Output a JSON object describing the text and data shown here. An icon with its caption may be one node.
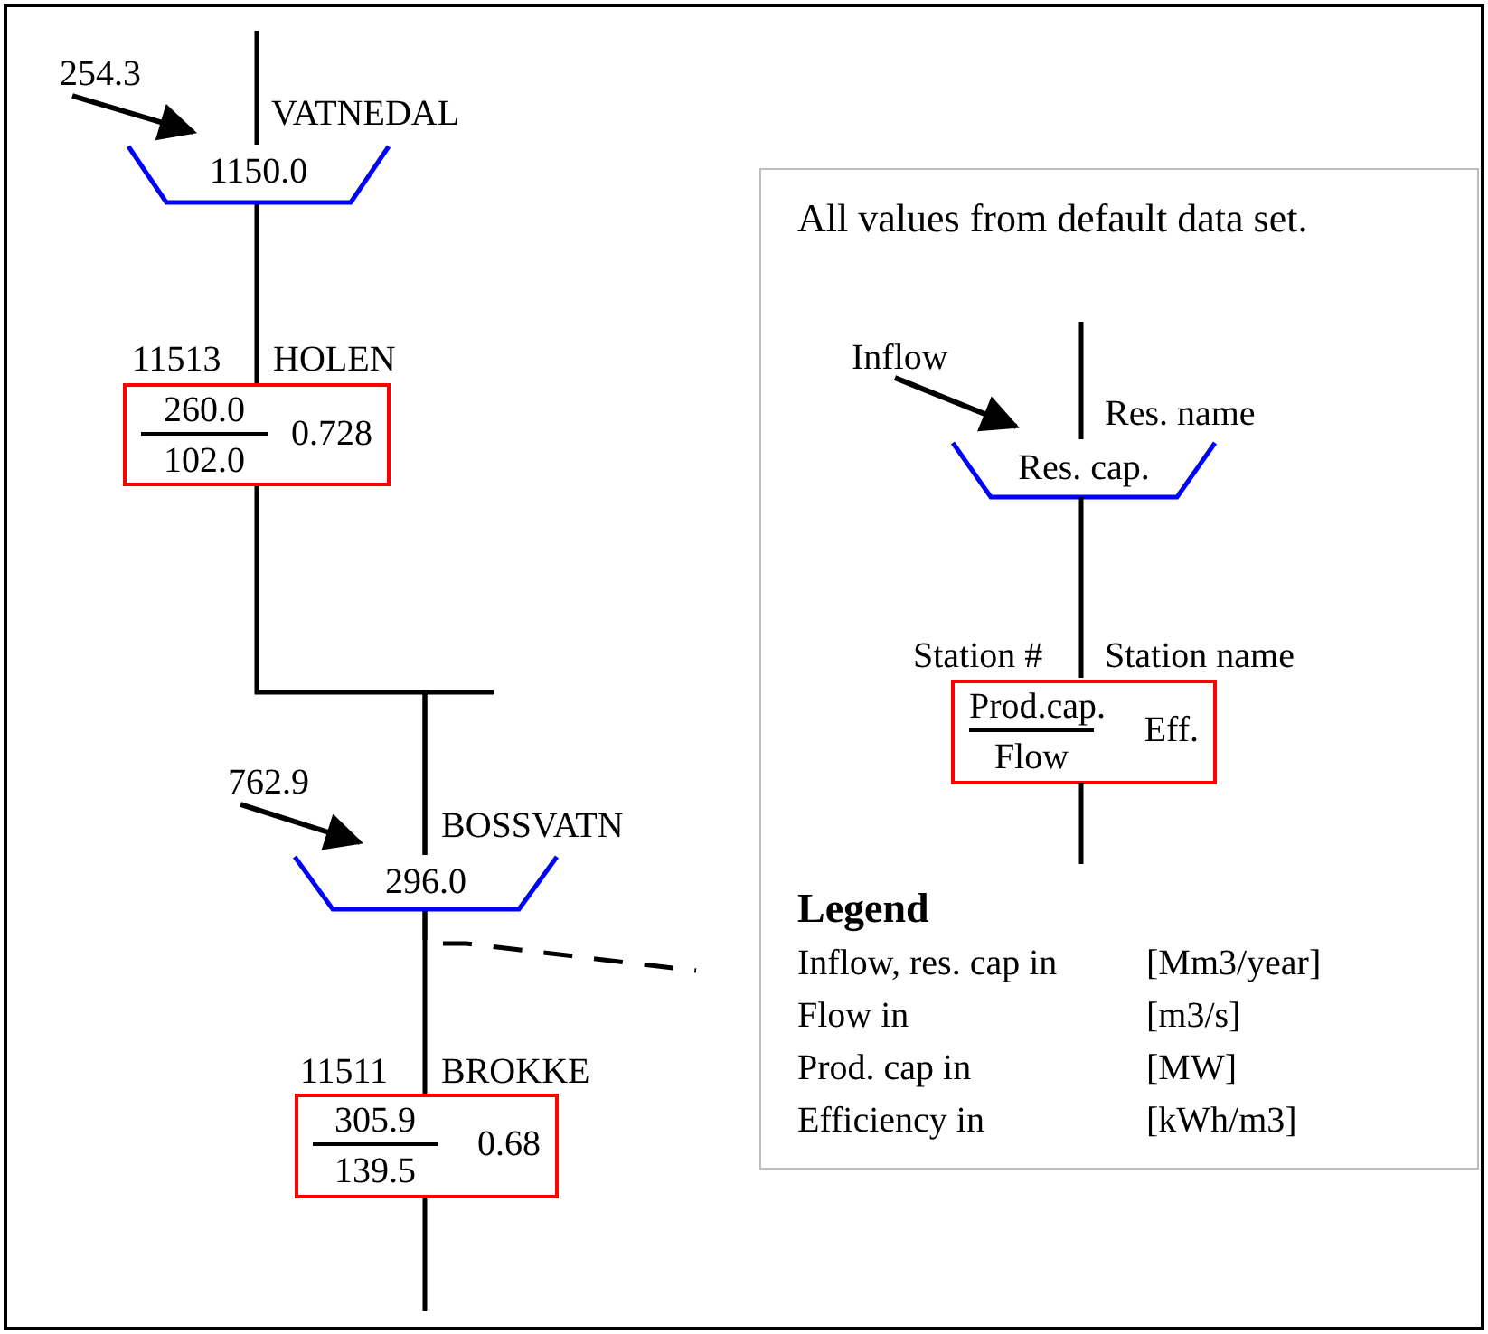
{
  "diagram": {
    "nodes": [
      {
        "text": [
          "254.3"
        ]
      },
      {
        "text": [
          "1150.0"
        ],
        "beside": [
          "VATNEDAL"
        ]
      },
      {
        "text": [
          "260.0",
          "102.0",
          "0.728"
        ],
        "beside": [
          "11513",
          "HOLEN"
        ]
      },
      {
        "text": [
          "762.9"
        ]
      },
      {
        "text": [
          "296.0"
        ],
        "beside": [
          "BOSSVATN"
        ]
      },
      {
        "text": [
          "305.9",
          "139.5",
          "0.68"
        ],
        "beside": [
          "11511",
          "BROKKE"
        ]
      },
      {
        "text": [
          "All values from default data set."
        ]
      },
      {
        "text": [
          "Inflow"
        ],
        "in": 6
      },
      {
        "text": [
          "Res. cap."
        ],
        "beside": [
          "Res. name"
        ],
        "in": 6
      },
      {
        "text": [
          "Prod.cap.",
          "Flow",
          "Eff."
        ],
        "beside": [
          "Station #",
          "Station name"
        ],
        "in": 6
      }
    ],
    "edges": [
      {
        "from": null,
        "to": 1,
        "arrow": "none"
      },
      {
        "from": 0,
        "to": 1,
        "arrow": "to"
      },
      {
        "from": 1,
        "to": 2,
        "arrow": "none"
      },
      {
        "from": 2,
        "to": 4,
        "arrow": "none"
      },
      {
        "from": null,
        "to": 4,
        "arrow": "none"
      },
      {
        "from": 3,
        "to": 4,
        "arrow": "to"
      },
      {
        "from": 4,
        "to": null,
        "arrow": "none",
        "style": "dashed"
      },
      {
        "from": 4,
        "to": 5,
        "arrow": "none"
      },
      {
        "from": 5,
        "to": null,
        "arrow": "none"
      },
      {
        "from": null,
        "to": 8,
        "arrow": "none"
      },
      {
        "from": 7,
        "to": 8,
        "arrow": "to"
      },
      {
        "from": 8,
        "to": 9,
        "arrow": "none"
      },
      {
        "from": 9,
        "to": null,
        "arrow": "none"
      }
    ],
    "labels": [
      "Legend",
      "Inflow, res. cap in",
      "[Mm3/year]",
      "Flow in",
      "[m3/s]",
      "Prod. cap in",
      "[MW]",
      "Efficiency in",
      "[kWh/m3]"
    ]
  }
}
